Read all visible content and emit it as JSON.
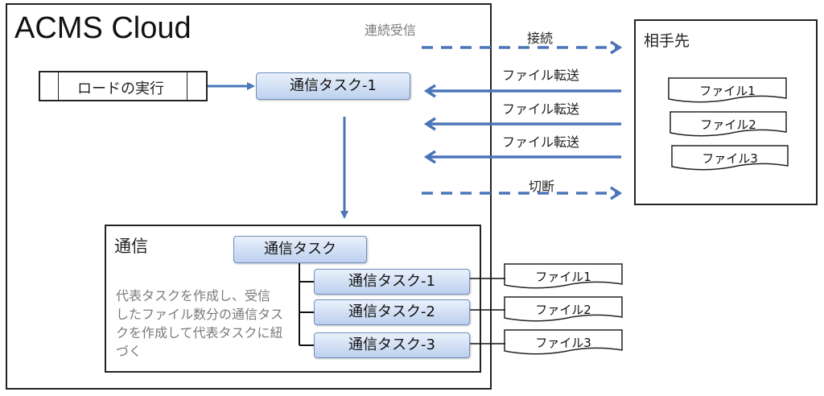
{
  "main": {
    "title": "ACMS Cloud",
    "receive_label": "連続受信",
    "load_label": "ロードの実行",
    "task1_label": "通信タスク-1"
  },
  "partner": {
    "title": "相手先",
    "files": [
      "ファイル1",
      "ファイル2",
      "ファイル3"
    ]
  },
  "arrows": {
    "connect": "接続",
    "transfer": "ファイル転送",
    "disconnect": "切断"
  },
  "comm": {
    "title": "通信",
    "rep_task": "通信タスク",
    "description": [
      "代表タスクを作成し、受信",
      "したファイル数分の通信タス",
      "クを作成して代表タスクに紐",
      "づく"
    ],
    "tasks": [
      "通信タスク-1",
      "通信タスク-2",
      "通信タスク-3"
    ],
    "files": [
      "ファイル1",
      "ファイル2",
      "ファイル3"
    ]
  }
}
